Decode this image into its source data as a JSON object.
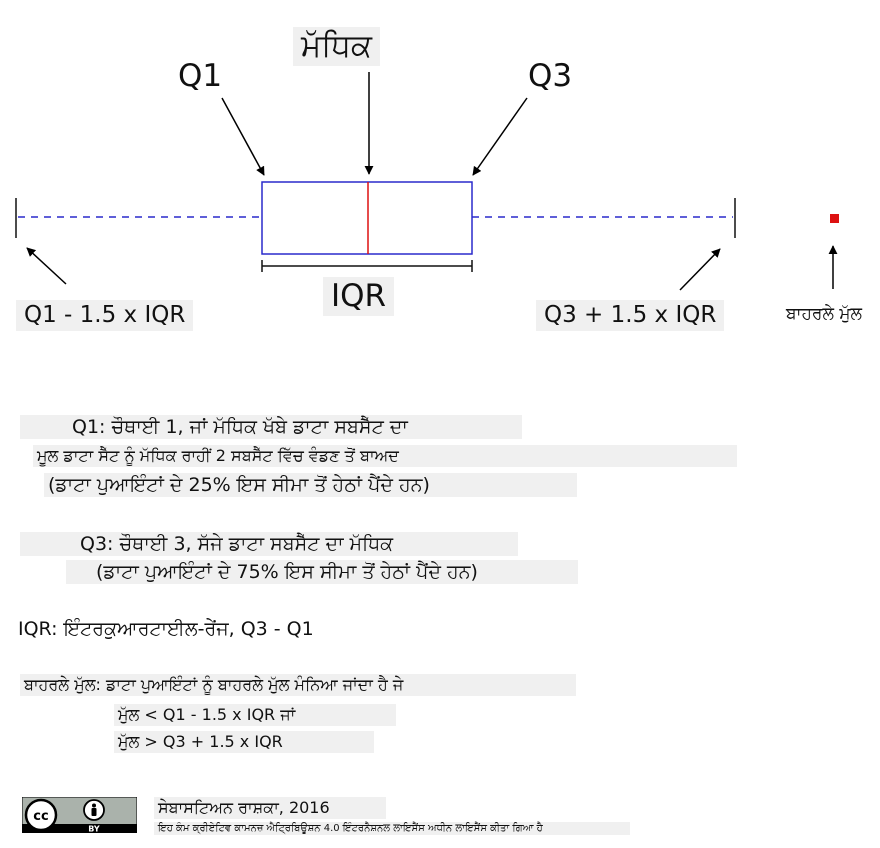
{
  "diagram": {
    "median_label": "ਮੱਧਿਕ",
    "q1_label": "Q1",
    "q3_label": "Q3",
    "iqr_label": "IQR",
    "lower_whisker_label": "Q1 - 1.5 x IQR",
    "upper_whisker_label": "Q3 + 1.5 x IQR",
    "outlier_label": "ਬਾਹਰਲੇ ਮੁੱਲ",
    "colors": {
      "box": "#2a2acc",
      "median": "#dd1111",
      "outlier": "#dd1111",
      "whisker": "#2a2acc",
      "arrow": "#000000"
    }
  },
  "notes": {
    "q1_line1": "Q1: ਚੌਥਾਈ 1, ਜਾਂ ਮੱਧਿਕ ਖੱਬੇ ਡਾਟਾ ਸਬਸੈੱਟ ਦਾ",
    "q1_line2": "ਮੂਲ ਡਾਟਾ ਸੈੱਟ ਨੂੰ ਮੱਧਿਕ ਰਾਹੀਂ 2 ਸਬਸੈੱਟ ਵਿੱਚ ਵੰਡਣ ਤੋਂ ਬਾਅਦ",
    "q1_line3": "(ਡਾਟਾ ਪੁਆਇੰਟਾਂ ਦੇ 25% ਇਸ ਸੀਮਾ ਤੋਂ ਹੇਠਾਂ ਪੈਂਦੇ ਹਨ)",
    "q3_line1": "Q3: ਚੌਥਾਈ 3, ਸੱਜੇ ਡਾਟਾ ਸਬਸੈੱਟ ਦਾ ਮੱਧਿਕ",
    "q3_line2": "(ਡਾਟਾ ਪੁਆਇੰਟਾਂ ਦੇ 75% ਇਸ ਸੀਮਾ ਤੋਂ ਹੇਠਾਂ ਪੈਂਦੇ ਹਨ)",
    "iqr_line": "IQR: ਇੰਟਰਕੁਆਰਟਾਈਲ-ਰੇਂਜ, Q3 - Q1",
    "outlier_line1": "ਬਾਹਰਲੇ ਮੁੱਲ: ਡਾਟਾ ਪੁਆਇੰਟਾਂ ਨੂੰ ਬਾਹਰਲੇ ਮੁੱਲ ਮੰਨਿਆ ਜਾਂਦਾ ਹੈ ਜੇ",
    "outlier_line2": "ਮੁੱਲ < Q1 - 1.5 x IQR ਜਾਂ",
    "outlier_line3": "ਮੁੱਲ > Q3 + 1.5 x IQR"
  },
  "footer": {
    "author": "ਸੇਬਾਸਟਿਅਨ ਰਾਸ਼ਕਾ, 2016",
    "license": "ਇਹ ਕੰਮ ਕ੍ਰੀਏਟਿਵ ਕਾਮਨਜ਼ ਐਟ੍ਰਿਬਿਊਸ਼ਨ 4.0 ਇੰਟਰਨੈਸ਼ਨਲ ਲਾਇਸੈਂਸ ਅਧੀਨ ਲਾਇਸੈਂਸ ਕੀਤਾ ਗਿਆ ਹੈ",
    "badge_cc": "cc",
    "badge_by": "BY",
    "badge_icon": "cc-by-icon"
  }
}
